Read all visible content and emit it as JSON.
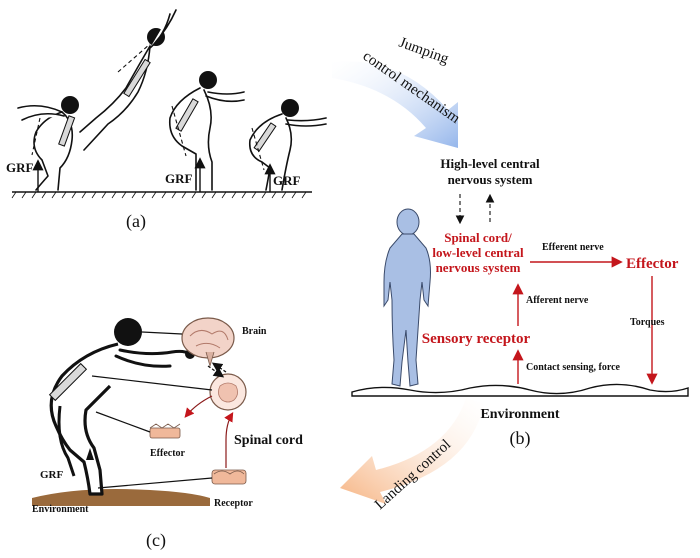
{
  "panel_a": {
    "label": "(a)",
    "grf_labels": [
      "GRF",
      "GRF",
      "GRF"
    ]
  },
  "panel_b": {
    "label": "(b)",
    "high_level": [
      "High-level central",
      "nervous system"
    ],
    "spinal": [
      "Spinal cord/",
      "low-level central",
      "nervous system"
    ],
    "effector": "Effector",
    "sensory_receptor": "Sensory receptor",
    "efferent_nerve": "Efferent nerve",
    "afferent_nerve": "Afferent nerve",
    "torques": "Torques",
    "contact_sensing": "Contact sensing, force",
    "environment": "Environment"
  },
  "panel_c": {
    "label": "(c)",
    "brain": "Brain",
    "spinal_cord": "Spinal cord",
    "effector": "Effector",
    "receptor": "Receptor",
    "grf": "GRF",
    "environment": "Environment"
  },
  "arrows": {
    "jumping": [
      "Jumping",
      "control mechanism"
    ],
    "landing": "Landing control"
  },
  "colors": {
    "red_accent": "#c4161c",
    "body_blue": "#a9bfe4",
    "arrow_blue": "#8fb2ea",
    "arrow_orange": "#f6b07c",
    "ground_brown": "#9a6a3c"
  }
}
